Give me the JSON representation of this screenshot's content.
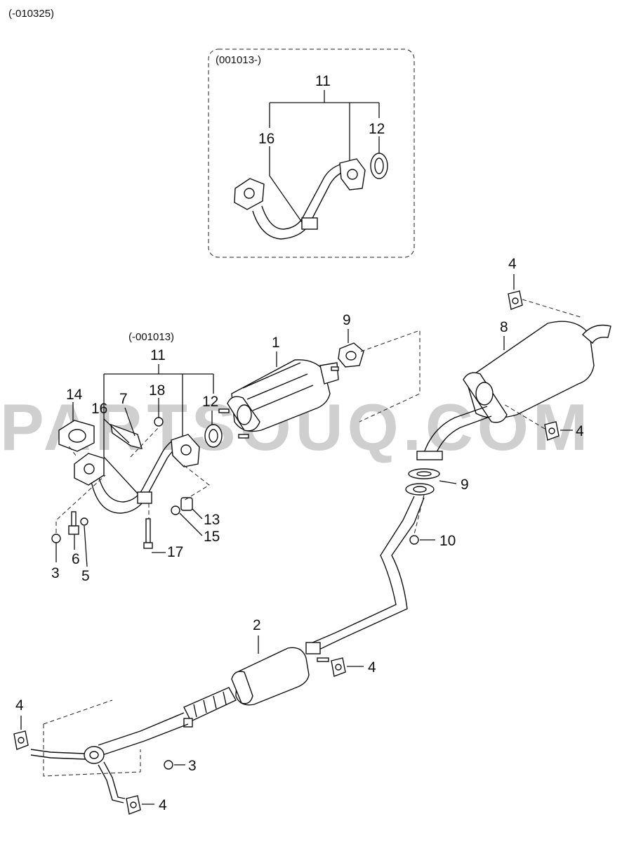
{
  "header": {
    "code": "(-010325)"
  },
  "inset": {
    "code": "(001013-)"
  },
  "group_code": "(-001013)",
  "watermark": "PARTSOUQ.COM",
  "callouts": {
    "inset_11": "11",
    "inset_16": "16",
    "inset_12": "12",
    "p1": "1",
    "p2": "2",
    "p3a": "3",
    "p3b": "3",
    "p4a": "4",
    "p4b": "4",
    "p4c": "4",
    "p4d": "4",
    "p4e": "4",
    "p5": "5",
    "p6": "6",
    "p7": "7",
    "p8": "8",
    "p9a": "9",
    "p9b": "9",
    "p10": "10",
    "p11": "11",
    "p12": "12",
    "p13": "13",
    "p14": "14",
    "p15": "15",
    "p16": "16",
    "p17": "17",
    "p18": "18"
  }
}
